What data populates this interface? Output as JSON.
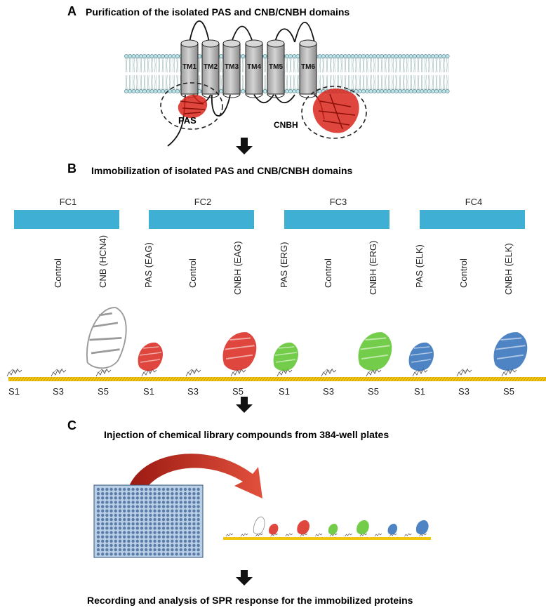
{
  "panels": {
    "a": {
      "letter": "A",
      "title": "Purification of the isolated PAS and CNB/CNBH domains",
      "tm_labels": [
        "TM1",
        "TM2",
        "TM3",
        "TM4",
        "TM5",
        "TM6"
      ],
      "pas_label": "PAS",
      "cnbh_label": "CNBH"
    },
    "b": {
      "letter": "B",
      "title": "Immobilization of isolated PAS and CNB/CNBH domains",
      "flow_cells": [
        {
          "label": "FC1",
          "spots": [
            {
              "label": "",
              "protein": ""
            },
            {
              "label": "Control",
              "protein": ""
            },
            {
              "label": "CNB (HCN4)",
              "protein": "gray"
            }
          ]
        },
        {
          "label": "FC2",
          "spots": [
            {
              "label": "PAS (EAG)",
              "protein": "red"
            },
            {
              "label": "Control",
              "protein": ""
            },
            {
              "label": "CNBH (EAG)",
              "protein": "red"
            }
          ]
        },
        {
          "label": "FC3",
          "spots": [
            {
              "label": "PAS (ERG)",
              "protein": "green"
            },
            {
              "label": "Control",
              "protein": ""
            },
            {
              "label": "CNBH (ERG)",
              "protein": "green"
            }
          ]
        },
        {
          "label": "FC4",
          "spots": [
            {
              "label": "PAS (ELK)",
              "protein": "blue"
            },
            {
              "label": "Control",
              "protein": ""
            },
            {
              "label": "CNBH (ELK)",
              "protein": "blue"
            }
          ]
        }
      ],
      "spot_ids": [
        "S1",
        "S3",
        "S5"
      ]
    },
    "c": {
      "letter": "C",
      "title": "Injection of chemical library compounds from 384-well plates"
    },
    "final": {
      "title": "Recording and analysis of SPR response for the immobilized proteins"
    }
  },
  "colors": {
    "membrane_head": "#bfe3ea",
    "flow_cell": "#3fb0d4",
    "red": "#d8261c",
    "green": "#5cc42a",
    "blue": "#2f6fb8",
    "gray": "#9a9a9a",
    "chip": "#f1c40f",
    "plate": "#b9cfe6",
    "well": "#5b7ba8"
  }
}
